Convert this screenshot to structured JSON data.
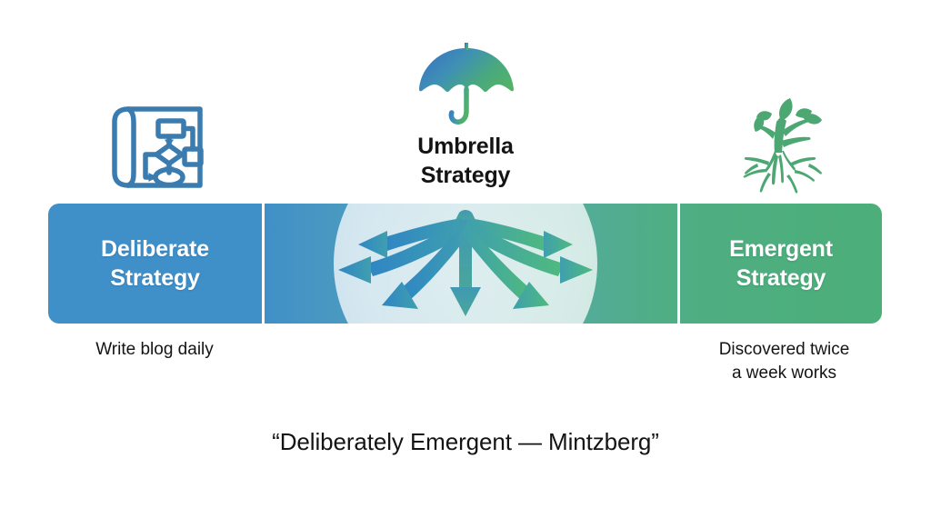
{
  "diagram": {
    "title_quote": "“Deliberately Emergent — Mintzberg”",
    "center": {
      "icon": "umbrella-icon",
      "label_line1": "Umbrella",
      "label_line2": "Strategy"
    },
    "left": {
      "icon": "blueprint-flowchart-icon",
      "label_line1": "Deliberate",
      "label_line2": "Strategy",
      "caption": "Write blog daily"
    },
    "right": {
      "icon": "plant-roots-icon",
      "label_line1": "Emergent",
      "label_line2": "Strategy",
      "caption_line1": "Discovered twice",
      "caption_line2": "a week works"
    },
    "colors": {
      "deliberate_blue": "#3f8fc9",
      "emergent_green": "#4cae79",
      "center_blend": "#5aa8b4",
      "blueprint_icon": "#3a7cb0",
      "plant_icon": "#4da772",
      "text_dark": "#141414",
      "bar_text": "#ffffff",
      "background": "#ffffff"
    },
    "arrow_count": 7
  }
}
